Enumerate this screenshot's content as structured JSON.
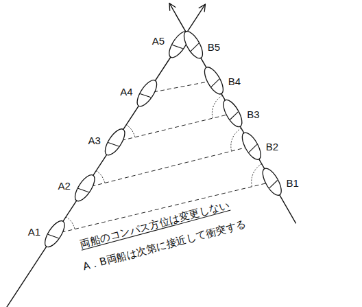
{
  "diagram": {
    "labels": [
      "A5",
      "B5",
      "B4",
      "A4",
      "B3",
      "A3",
      "B2",
      "A2",
      "B1",
      "両船のコンパス方位は変更しない",
      "A1",
      "A．B両船は次第に接近して衝突する"
    ]
  }
}
